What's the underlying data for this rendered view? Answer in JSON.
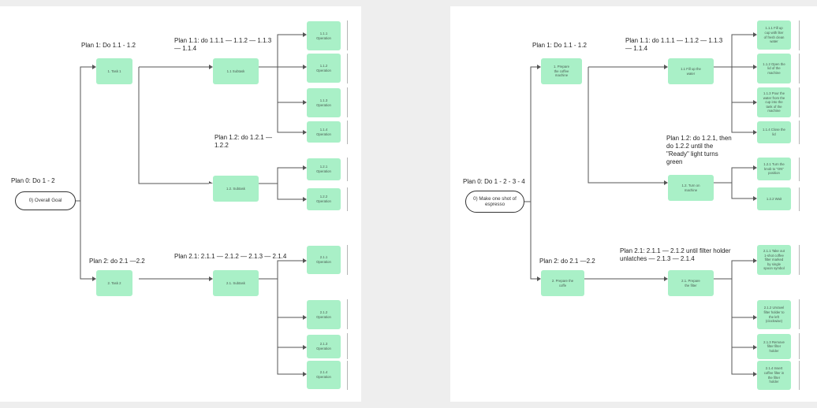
{
  "left": {
    "plans": {
      "p0": "Plan 0: Do 1 - 2",
      "p1": "Plan 1: Do 1.1 - 1.2",
      "p11": "Plan 1.1: do 1.1.1 — 1.1.2 — 1.1.3\n— 1.1.4",
      "p12": "Plan 1.2: do 1.2.1 —\n1.2.2",
      "p2": "Plan 2: do 2.1 —2.2",
      "p21": "Plan 2.1: 2.1.1 — 2.1.2 — 2.1.3 — 2.1.4"
    },
    "nodes": {
      "root": "0) Overall Goal",
      "t1": "1. Task 1",
      "t11": "1.1 Subtask",
      "t12": "1.2. Subtask",
      "t2": "2. Task 2",
      "t21": "2.1. Subtask",
      "o111": "1.1.1\nOperation",
      "o112": "1.1.2\nOperation",
      "o113": "1.1.3\nOperation",
      "o114": "1.1.4\nOperation",
      "o121": "1.2.1\nOperation",
      "o122": "1.2.2\nOperation",
      "o211": "2.1.1\nOperation",
      "o212": "2.1.2\nOperation",
      "o213": "2.1.3\nOperation",
      "o214": "2.1.4\nOperation"
    }
  },
  "right": {
    "plans": {
      "p0": "Plan 0: Do 1 - 2 - 3 - 4",
      "p1": "Plan 1: Do 1.1 - 1.2",
      "p11": "Plan 1.1: do 1.1.1 — 1.1.2 — 1.1.3\n— 1.1.4",
      "p12": "Plan 1.2: do 1.2.1, then\ndo 1.2.2 until the\n\"Ready\" light turns\ngreen",
      "p2": "Plan 2: do 2.1 —2.2",
      "p21": "Plan 2.1: 2.1.1 — 2.1.2 until filter holder\nunlatches — 2.1.3 — 2.1.4"
    },
    "nodes": {
      "root": "0) Make one shot of\nespresso",
      "t1": "1. Prepare\nthe coffee\nmachine",
      "t11": "1.1 Fill up the\nwater",
      "t12": "1.2. Turn on\nmachine",
      "t2": "2. Prepare the\ncoffe",
      "t21": "2.1. Prepare\nthe filter",
      "o111": "1.1.1 Fill up\ncup with liter\nof fresh clean\nwater",
      "o112": "1.1.2 Open the\nlid of the\nmachine",
      "o113": "1.1.3 Pour the\nwater from the\ncup into the\ntank of the\nmachine",
      "o114": "1.1.4 Close the\nlid",
      "o121": "1.2.1 Turn the\nknob to \"ON\"\nposition",
      "o122": "1.2.2 Wait",
      "o211": "2.1.1 Take out\n1-shot coffee\nfilter marked\nby single\nspoon symbol",
      "o212": "2.1.2 Unravel\nfilter holder to\nthe left\n(clockwise)",
      "o213": "2.1.3 Remove\nfilter filter\nholder",
      "o214": "2.1.4 Insert\ncoffee filter in\nthe filter\nholder"
    }
  }
}
